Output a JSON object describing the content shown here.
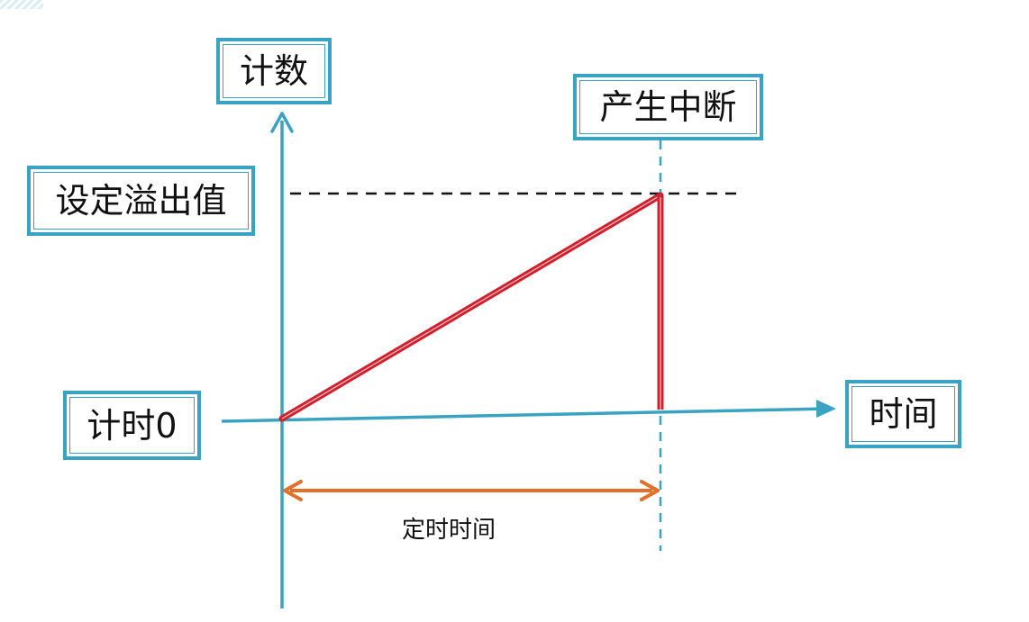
{
  "labels": {
    "y_axis": "计数",
    "x_axis": "时间",
    "overflow_value": "设定溢出值",
    "interrupt": "产生中断",
    "timer_zero": "计时0",
    "timer_duration": "定时时间"
  },
  "colors": {
    "axis": "#3aa3c1",
    "count_line": "#d0202e",
    "duration_arrow": "#e0702a",
    "overflow_dash": "#111111",
    "box_border": "#3aa3c1"
  }
}
